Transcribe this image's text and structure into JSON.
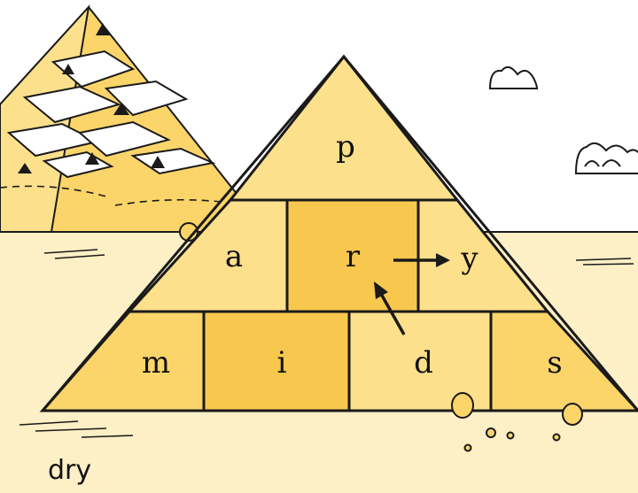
{
  "puzzle": {
    "top": "p",
    "middle_row": [
      "a",
      "r",
      "y"
    ],
    "bottom_row": [
      "m",
      "i",
      "d",
      "s"
    ]
  },
  "answer_word": "dry",
  "colors": {
    "sky": "#ffffff",
    "sand": "#fdefc6",
    "block_light": "#fde08c",
    "block_mid": "#fbd46a",
    "block_dark": "#f8c84e",
    "outline": "#1a1a1a"
  }
}
